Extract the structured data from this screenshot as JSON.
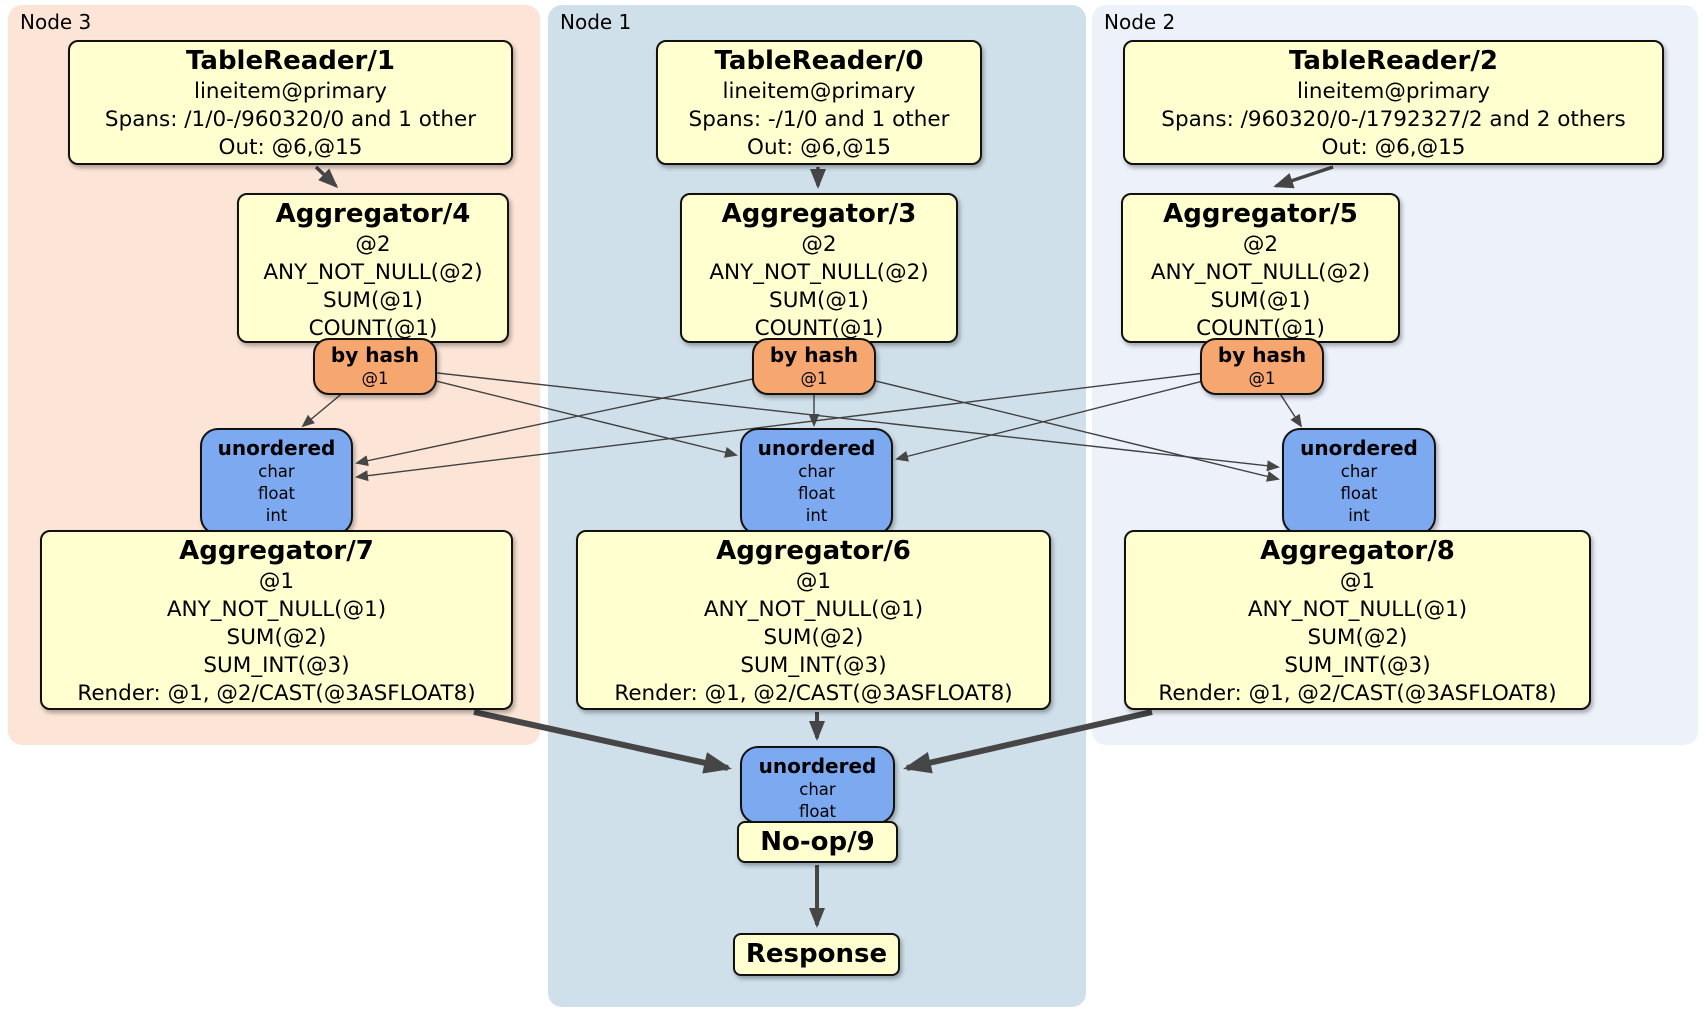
{
  "colors": {
    "panel_node3": "#fce4d6",
    "panel_node1": "#d0e0ea",
    "panel_node2": "#edf1fa",
    "processor_box": "#ffffd0",
    "hash_router": "#f5a76f",
    "sync_box": "#7da9f0",
    "edge": "#464646"
  },
  "panels": [
    {
      "label": "Node 3",
      "table_reader": {
        "title": "TableReader/1",
        "lines": [
          "lineitem@primary",
          "Spans: /1/0-/960320/0 and 1 other",
          "Out: @6,@15"
        ]
      },
      "aggregator_top": {
        "title": "Aggregator/4",
        "lines": [
          "@2",
          "ANY_NOT_NULL(@2)",
          "SUM(@1)",
          "COUNT(@1)"
        ]
      },
      "router": {
        "title": "by hash",
        "lines": [
          "@1"
        ]
      },
      "sync": {
        "title": "unordered",
        "lines": [
          "char",
          "float",
          "int"
        ]
      },
      "aggregator_bottom": {
        "title": "Aggregator/7",
        "lines": [
          "@1",
          "ANY_NOT_NULL(@1)",
          "SUM(@2)",
          "SUM_INT(@3)",
          "Render: @1, @2/CAST(@3ASFLOAT8)"
        ]
      }
    },
    {
      "label": "Node 1",
      "table_reader": {
        "title": "TableReader/0",
        "lines": [
          "lineitem@primary",
          "Spans: -/1/0 and 1 other",
          "Out: @6,@15"
        ]
      },
      "aggregator_top": {
        "title": "Aggregator/3",
        "lines": [
          "@2",
          "ANY_NOT_NULL(@2)",
          "SUM(@1)",
          "COUNT(@1)"
        ]
      },
      "router": {
        "title": "by hash",
        "lines": [
          "@1"
        ]
      },
      "sync": {
        "title": "unordered",
        "lines": [
          "char",
          "float",
          "int"
        ]
      },
      "aggregator_bottom": {
        "title": "Aggregator/6",
        "lines": [
          "@1",
          "ANY_NOT_NULL(@1)",
          "SUM(@2)",
          "SUM_INT(@3)",
          "Render: @1, @2/CAST(@3ASFLOAT8)"
        ]
      }
    },
    {
      "label": "Node 2",
      "table_reader": {
        "title": "TableReader/2",
        "lines": [
          "lineitem@primary",
          "Spans: /960320/0-/1792327/2 and 2 others",
          "Out: @6,@15"
        ]
      },
      "aggregator_top": {
        "title": "Aggregator/5",
        "lines": [
          "@2",
          "ANY_NOT_NULL(@2)",
          "SUM(@1)",
          "COUNT(@1)"
        ]
      },
      "router": {
        "title": "by hash",
        "lines": [
          "@1"
        ]
      },
      "sync": {
        "title": "unordered",
        "lines": [
          "char",
          "float",
          "int"
        ]
      },
      "aggregator_bottom": {
        "title": "Aggregator/8",
        "lines": [
          "@1",
          "ANY_NOT_NULL(@1)",
          "SUM(@2)",
          "SUM_INT(@3)",
          "Render: @1, @2/CAST(@3ASFLOAT8)"
        ]
      }
    }
  ],
  "final_stage": {
    "sync": {
      "title": "unordered",
      "lines": [
        "char",
        "float"
      ]
    },
    "noop": {
      "title": "No-op/9"
    },
    "response": {
      "title": "Response"
    }
  }
}
